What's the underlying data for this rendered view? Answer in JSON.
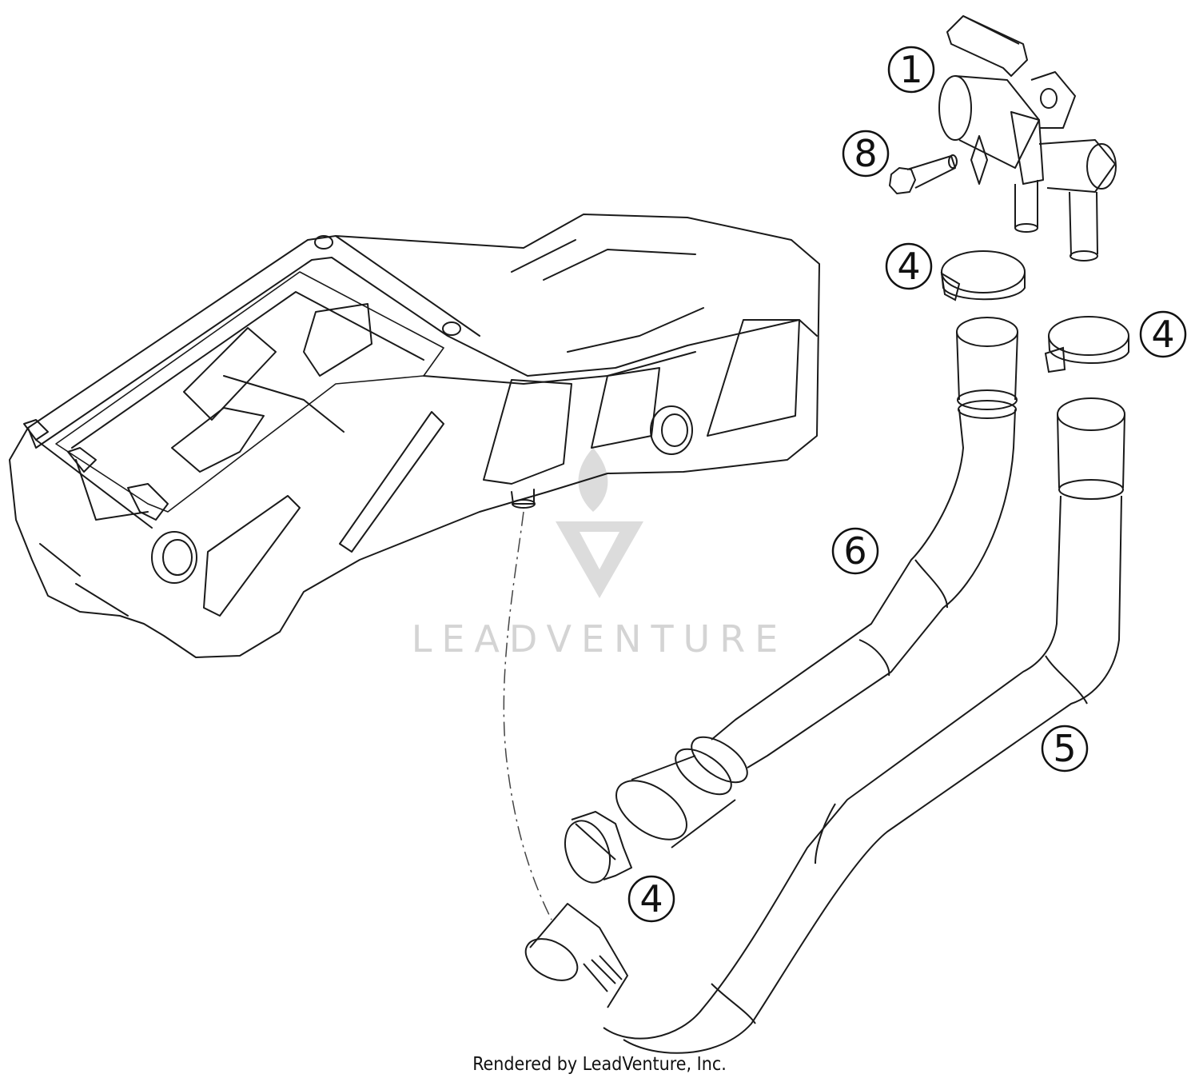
{
  "callouts": {
    "c1": "1",
    "c8": "8",
    "c4a": "4",
    "c4b": "4",
    "c6": "6",
    "c5": "5",
    "c4c": "4"
  },
  "watermark": {
    "text": "LEADVENTURE"
  },
  "footer": {
    "text": "Rendered by LeadVenture, Inc."
  },
  "colors": {
    "line": "#1a1a1a",
    "watermark": "#d4d4d4"
  }
}
